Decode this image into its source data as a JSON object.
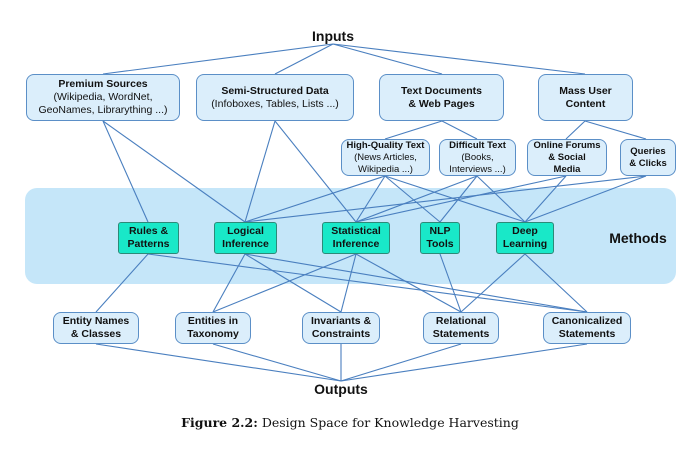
{
  "headers": {
    "inputs": "Inputs",
    "methods": "Methods",
    "outputs": "Outputs"
  },
  "inputs": {
    "premium": {
      "title": "Premium Sources",
      "detail1": "(Wikipedia, WordNet,",
      "detail2": "GeoNames, Librarything ...)"
    },
    "semi": {
      "title": "Semi-Structured Data",
      "detail1": "(Infoboxes, Tables, Lists ...)"
    },
    "text": {
      "line1": "Text Documents",
      "line2": "& Web Pages"
    },
    "mass": {
      "line1": "Mass User",
      "line2": "Content"
    }
  },
  "subinputs": {
    "hq": {
      "title": "High-Quality Text",
      "detail1": "(News Articles,",
      "detail2": "Wikipedia ...)"
    },
    "difficult": {
      "title": "Difficult Text",
      "detail1": "(Books,",
      "detail2": "Interviews ...)"
    },
    "forums": {
      "line1": "Online Forums",
      "line2": "& Social",
      "line3": "Media"
    },
    "queries": {
      "line1": "Queries",
      "line2": "& Clicks"
    }
  },
  "methods": {
    "rules": {
      "line1": "Rules &",
      "line2": "Patterns"
    },
    "logical": {
      "line1": "Logical",
      "line2": "Inference"
    },
    "statistical": {
      "line1": "Statistical",
      "line2": "Inference"
    },
    "nlp": {
      "line1": "NLP",
      "line2": "Tools"
    },
    "deep": {
      "line1": "Deep",
      "line2": "Learning"
    }
  },
  "outputs": {
    "entity": {
      "line1": "Entity Names",
      "line2": "& Classes"
    },
    "taxonomy": {
      "line1": "Entities in",
      "line2": "Taxonomy"
    },
    "invariants": {
      "line1": "Invariants &",
      "line2": "Constraints"
    },
    "relational": {
      "line1": "Relational",
      "line2": "Statements"
    },
    "canonical": {
      "line1": "Canonicalized",
      "line2": "Statements"
    }
  },
  "caption": {
    "label": "Figure 2.2:",
    "text": "Design Space for Knowledge Harvesting"
  },
  "colors": {
    "node_fill": "#dbeefb",
    "node_border": "#5b8fc7",
    "method_fill": "#19e8c8",
    "band_fill": "#c5e6f9",
    "edge": "#4a7fbf"
  }
}
